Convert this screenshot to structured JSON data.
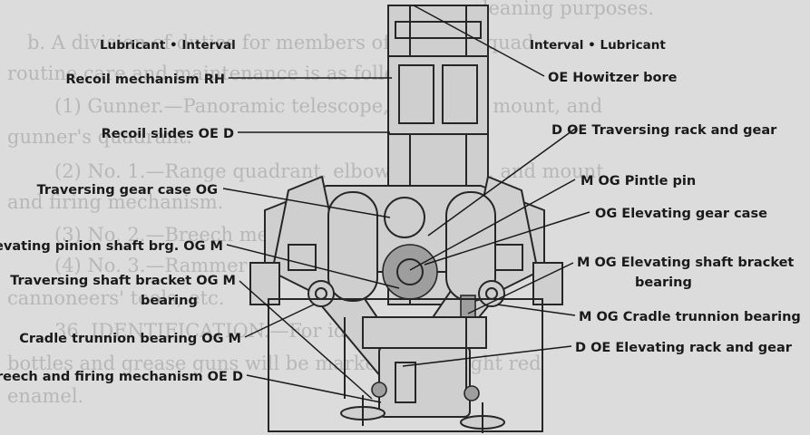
{
  "left_header": "Lubricant • Interval",
  "right_header": "Interval • Lubricant",
  "left_labels": [
    {
      "name": "Recoil mechanism",
      "code": "RH"
    },
    {
      "name": "Recoil slides",
      "code": "OE D"
    },
    {
      "name": "Traversing gear case",
      "code": "OG"
    },
    {
      "name": "Elevating pinion shaft brg.",
      "code": "OG M"
    },
    {
      "name": "Traversing shaft bracket",
      "code": "OG M",
      "name_line2": "bearing"
    },
    {
      "name": "Cradle trunnion bearing",
      "code": "OG M"
    },
    {
      "name": "Breech and firing mechanism",
      "code": "OE D"
    }
  ],
  "right_labels": [
    {
      "code": "OE",
      "name": "Howitzer bore"
    },
    {
      "code": "D OE",
      "name": "Traversing rack and gear"
    },
    {
      "code": "M OG",
      "name": "Pintle pin"
    },
    {
      "code": "OG",
      "name": "Elevating gear case"
    },
    {
      "code": "M OG",
      "name": "Elevating shaft bracket",
      "name_line2": "bearing"
    },
    {
      "code": "M OG",
      "name": "Cradle trunnion bearing"
    },
    {
      "code": "D OE",
      "name": "Elevating rack and gear"
    }
  ],
  "background_text_lines": [
    "cleaning purposes.",
    "b. A division of duties for members of the gun squad",
    "routine care and maintenance is as follows:",
    "(1) Gunner.—Panoramic telescope, telescope mount, and",
    "gunner's quadrant.",
    "(2) No. 1.—Range quadrant, elbow telescope, and mount",
    "and firing mechanism.",
    "(3) No. 2.—Breech mechanism and firing lock.",
    "(4) No. 3.—Rammer and tools.",
    "cannoneers' tools, etc.",
    "36. IDENTIFICATION.—For identification all",
    "bottles and grease guns will be marked with bright red",
    "enamel."
  ]
}
